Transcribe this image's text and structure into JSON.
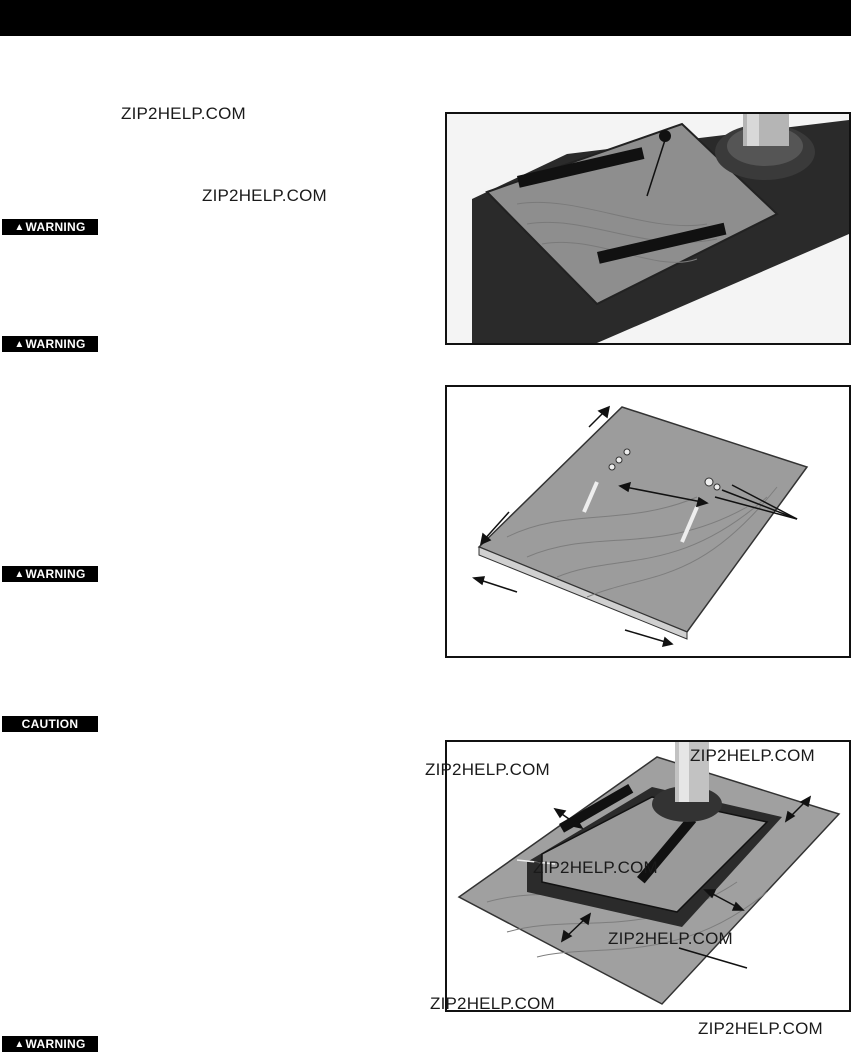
{
  "watermarks": {
    "w1": "ZIP2HELP.COM",
    "w2": "ZIP2HELP.COM",
    "w3": "ZIP2HELP.COM",
    "w4": "ZIP2HELP.COM",
    "w5": "ZIP2HELP.COM",
    "w6": "ZIP2HELP.COM",
    "w7": "ZIP2HELP.COM",
    "w8": "ZIP2HELP.COM"
  },
  "badges": {
    "warning1": "WARNING",
    "warning2": "WARNING",
    "warning3": "WARNING",
    "caution": "CAUTION",
    "warning4": "WARNING"
  },
  "icons": {
    "warning_triangle": "▲"
  }
}
